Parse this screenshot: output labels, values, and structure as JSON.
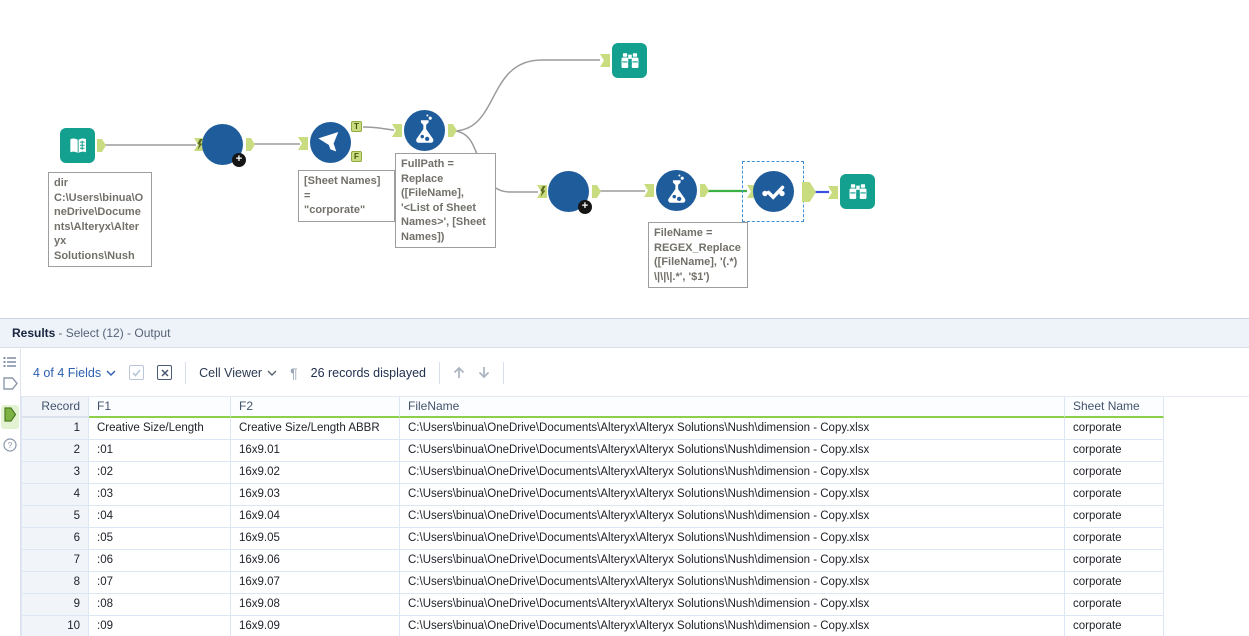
{
  "colors": {
    "teal": "#14a08f",
    "tool_blue": "#1e5c9b",
    "anchor_green": "#c9dc7f",
    "wire_gray": "#9b9b9b",
    "wire_green": "#3cb043",
    "wire_blue": "#3b4fe0",
    "selection_blue": "#3f8fd6",
    "header_accent": "#8ccf4b",
    "link_blue": "#2d5fb0"
  },
  "canvas": {
    "tools": [
      "Directory",
      "Macro",
      "Filter",
      "Formula",
      "Browse",
      "Macro",
      "Formula",
      "Select",
      "Browse"
    ],
    "filter_anchors": {
      "t": "T",
      "f": "F"
    },
    "annotations": {
      "directory": "dir\nC:\\Users\\binua\\O\nneDrive\\Docume\nnts\\Alteryx\\Alter\nyx\nSolutions\\Nush",
      "filter": "[Sheet Names] =\n\"corporate\"",
      "formula1": "FullPath =\nReplace\n([FileName],\n'<List of Sheet\nNames>', [Sheet\nNames])",
      "formula2": "FileName =\nREGEX_Replace\n([FileName], '(.*)\n\\|\\|\\|.*', '$1')"
    }
  },
  "results": {
    "title_bold": "Results",
    "title_rest": "- Select (12) - Output",
    "toolbar": {
      "fields": "4 of 4 Fields",
      "cell_viewer": "Cell Viewer",
      "records": "26 records displayed",
      "pilcrow": "¶"
    },
    "grid": {
      "columns": [
        "Record",
        "F1",
        "F2",
        "FileName",
        "Sheet Name"
      ],
      "rows": [
        [
          "1",
          "Creative Size/Length",
          "Creative Size/Length ABBR",
          "C:\\Users\\binua\\OneDrive\\Documents\\Alteryx\\Alteryx Solutions\\Nush\\dimension - Copy.xlsx",
          "corporate"
        ],
        [
          "2",
          ":01",
          "16x9.01",
          "C:\\Users\\binua\\OneDrive\\Documents\\Alteryx\\Alteryx Solutions\\Nush\\dimension - Copy.xlsx",
          "corporate"
        ],
        [
          "3",
          ":02",
          "16x9.02",
          "C:\\Users\\binua\\OneDrive\\Documents\\Alteryx\\Alteryx Solutions\\Nush\\dimension - Copy.xlsx",
          "corporate"
        ],
        [
          "4",
          ":03",
          "16x9.03",
          "C:\\Users\\binua\\OneDrive\\Documents\\Alteryx\\Alteryx Solutions\\Nush\\dimension - Copy.xlsx",
          "corporate"
        ],
        [
          "5",
          ":04",
          "16x9.04",
          "C:\\Users\\binua\\OneDrive\\Documents\\Alteryx\\Alteryx Solutions\\Nush\\dimension - Copy.xlsx",
          "corporate"
        ],
        [
          "6",
          ":05",
          "16x9.05",
          "C:\\Users\\binua\\OneDrive\\Documents\\Alteryx\\Alteryx Solutions\\Nush\\dimension - Copy.xlsx",
          "corporate"
        ],
        [
          "7",
          ":06",
          "16x9.06",
          "C:\\Users\\binua\\OneDrive\\Documents\\Alteryx\\Alteryx Solutions\\Nush\\dimension - Copy.xlsx",
          "corporate"
        ],
        [
          "8",
          ":07",
          "16x9.07",
          "C:\\Users\\binua\\OneDrive\\Documents\\Alteryx\\Alteryx Solutions\\Nush\\dimension - Copy.xlsx",
          "corporate"
        ],
        [
          "9",
          ":08",
          "16x9.08",
          "C:\\Users\\binua\\OneDrive\\Documents\\Alteryx\\Alteryx Solutions\\Nush\\dimension - Copy.xlsx",
          "corporate"
        ],
        [
          "10",
          ":09",
          "16x9.09",
          "C:\\Users\\binua\\OneDrive\\Documents\\Alteryx\\Alteryx Solutions\\Nush\\dimension - Copy.xlsx",
          "corporate"
        ]
      ]
    }
  }
}
